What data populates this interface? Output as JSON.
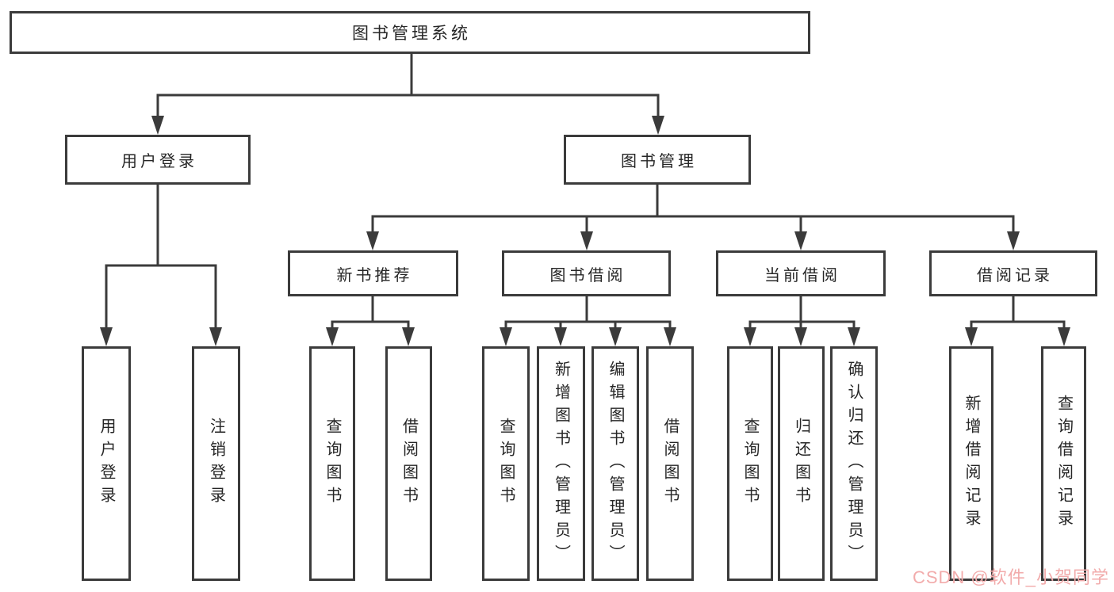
{
  "diagram": {
    "root": {
      "label": "图书管理系统"
    },
    "level2": [
      {
        "label": "用户登录"
      },
      {
        "label": "图书管理"
      }
    ],
    "level3": [
      {
        "label": "新书推荐"
      },
      {
        "label": "图书借阅"
      },
      {
        "label": "当前借阅"
      },
      {
        "label": "借阅记录"
      }
    ],
    "leaves": [
      {
        "label": "用户登录"
      },
      {
        "label": "注销登录"
      },
      {
        "label": "查询图书"
      },
      {
        "label": "借阅图书"
      },
      {
        "label": "查询图书"
      },
      {
        "label": "新增图书（管理员）"
      },
      {
        "label": "编辑图书（管理员）"
      },
      {
        "label": "借阅图书"
      },
      {
        "label": "查询图书"
      },
      {
        "label": "归还图书"
      },
      {
        "label": "确认归还（管理员）"
      },
      {
        "label": "新增借阅记录"
      },
      {
        "label": "查询借阅记录"
      }
    ]
  },
  "watermark": {
    "text": "CSDN @软件_小贺同学",
    "color": "#F2ABAB"
  },
  "colors": {
    "line": "#3B3B3B",
    "text": "#262626",
    "background": "#FFFFFF"
  }
}
